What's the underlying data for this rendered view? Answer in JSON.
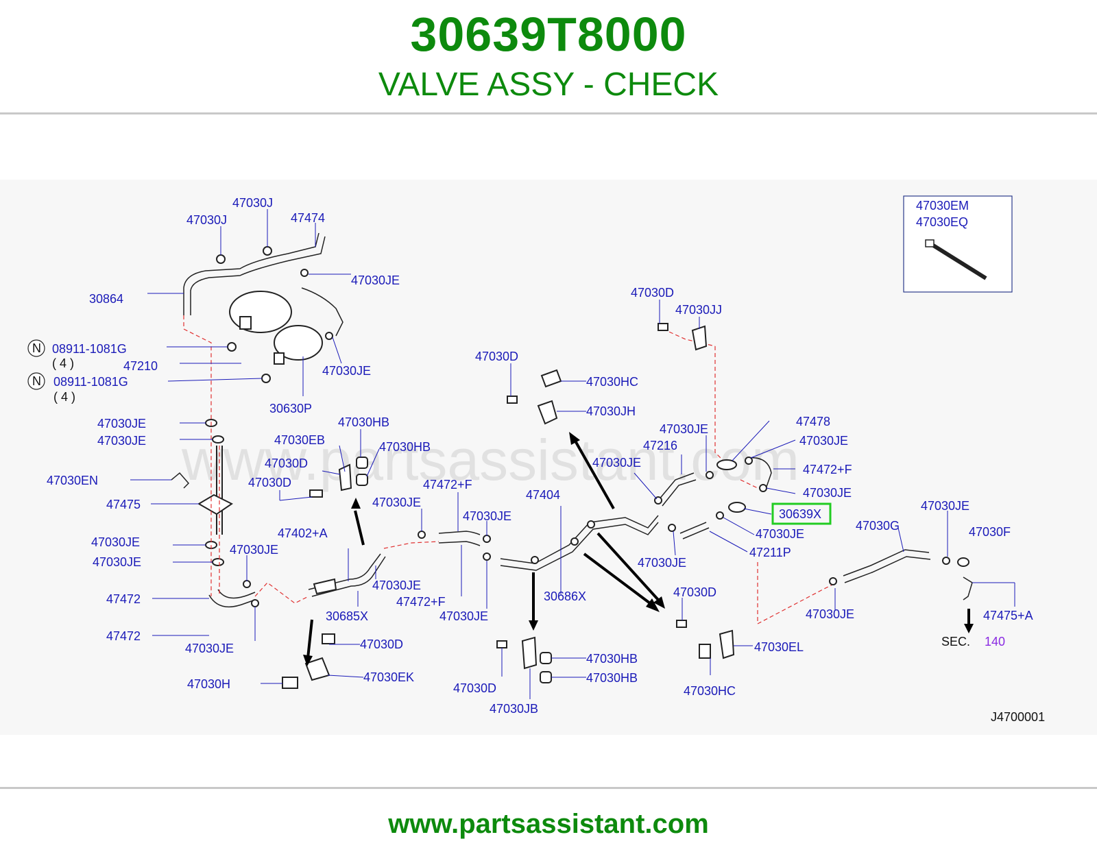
{
  "header": {
    "part_number": "30639T8000",
    "part_name": "VALVE ASSY - CHECK"
  },
  "watermark": "www.partsassistant.com",
  "footer": {
    "url": "www.partsassistant.com"
  },
  "diagram": {
    "code": "J4700001",
    "highlight_color": "#22cc22",
    "labels": {
      "l1": "47030J",
      "l2": "47030J",
      "l3": "47474",
      "l4": "47030JE",
      "l5": "30864",
      "l6": "08911-1081G",
      "l7": "( 4 )",
      "l8": "47210",
      "l9": "47030JE",
      "l10": "08911-1081G",
      "l11": "( 4 )",
      "l12": "30630P",
      "l13": "47030JE",
      "l14": "47030JE",
      "l15": "47030EN",
      "l16": "47475",
      "l17": "47030JE",
      "l18": "47030JE",
      "l19": "47030JE",
      "l20": "47472",
      "l21": "47472",
      "l22": "47030JE",
      "l23": "47030HB",
      "l24": "47030EB",
      "l25": "47030HB",
      "l26": "47030D",
      "l27": "47030D",
      "l28": "47472+F",
      "l29": "47030JE",
      "l30": "47402+A",
      "l31": "47030JE",
      "l32": "47030JE",
      "l33": "47472+F",
      "l34": "30685X",
      "l35": "47030JE",
      "l36": "47030D",
      "l37": "47030H",
      "l38": "47030EK",
      "l39": "47030D",
      "l40": "47030HC",
      "l41": "47030JH",
      "l42": "47404",
      "l43": "30686X",
      "l44": "47030D",
      "l45": "47030HB",
      "l46": "47030HB",
      "l47": "47030JB",
      "l48": "47030D",
      "l49": "47030JJ",
      "l50": "47030JE",
      "l51": "47216",
      "l52": "47030JE",
      "l53": "47478",
      "l54": "47030JE",
      "l55": "47472+F",
      "l56": "47030JE",
      "l57": "30639X",
      "l58": "47030JE",
      "l59": "47211P",
      "l60": "47030JE",
      "l61": "47030D",
      "l62": "47030EL",
      "l63": "47030HC",
      "l64": "47030G",
      "l65": "47030JE",
      "l66": "47030F",
      "l67": "47030JE",
      "l68": "47475+A",
      "l69": "SEC.",
      "l70": "140",
      "l71": "47030EM",
      "l72": "47030EQ",
      "n1": "N",
      "n2": "N"
    }
  }
}
